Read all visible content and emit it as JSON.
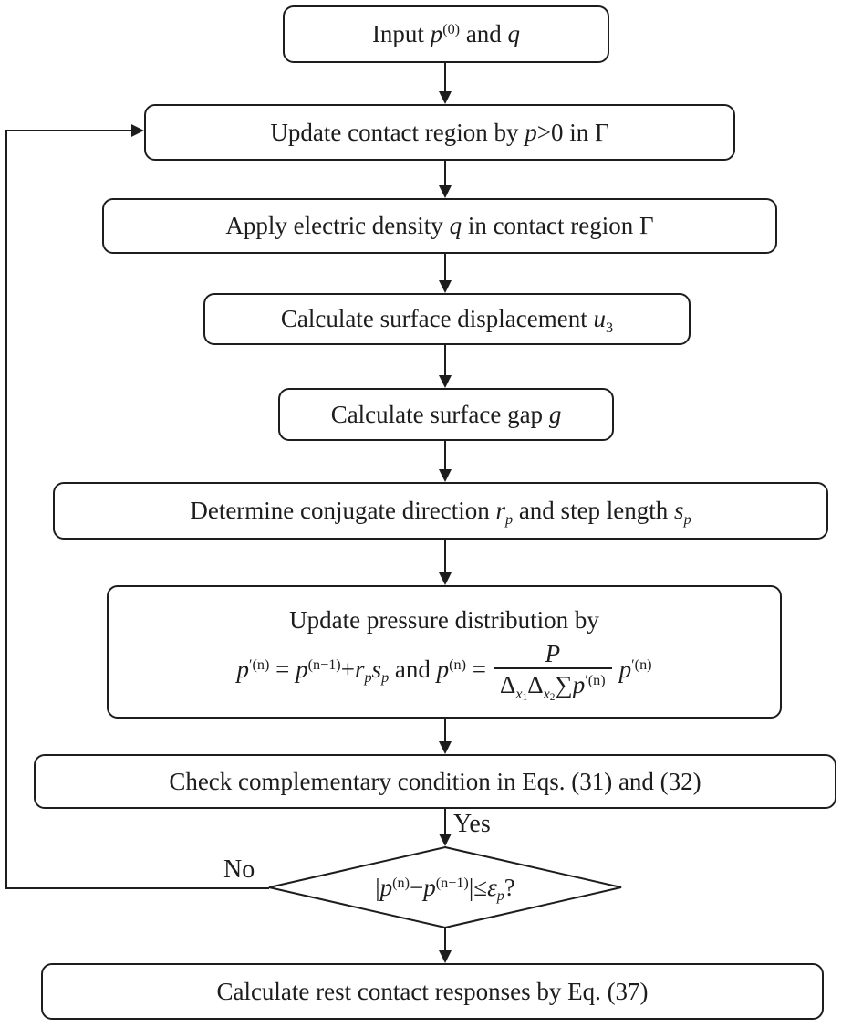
{
  "figure": {
    "type": "flowchart",
    "background": "#ffffff",
    "ink": "#1d1d1d"
  },
  "nodes": {
    "input": [
      {
        "t": "Input "
      },
      {
        "t": "p",
        "c": "i"
      },
      {
        "t": "(0)",
        "c": "sup"
      },
      {
        "t": " and "
      },
      {
        "t": "q",
        "c": "i"
      }
    ],
    "update_region": [
      {
        "t": "Update contact region by "
      },
      {
        "t": "p",
        "c": "i"
      },
      {
        "t": ">0 in Γ"
      }
    ],
    "apply_density": [
      {
        "t": "Apply electric density "
      },
      {
        "t": "q",
        "c": "i"
      },
      {
        "t": " in contact region Γ"
      }
    ],
    "surface_displacement": [
      {
        "t": "Calculate surface displacement "
      },
      {
        "t": "u",
        "c": "i"
      },
      {
        "t": "3",
        "c": "sub"
      }
    ],
    "surface_gap": [
      {
        "t": "Calculate surface gap "
      },
      {
        "t": "g",
        "c": "i"
      }
    ],
    "conjugate_direction": [
      {
        "t": "Determine conjugate direction "
      },
      {
        "t": "r",
        "c": "i"
      },
      {
        "t": "p",
        "c": "sub i"
      },
      {
        "t": " and step length "
      },
      {
        "t": "s",
        "c": "i"
      },
      {
        "t": "p",
        "c": "sub i"
      }
    ],
    "update_pressure_title": [
      {
        "t": "Update pressure distribution by"
      }
    ],
    "update_pressure_eq_left": [
      {
        "t": "p",
        "c": "i"
      },
      {
        "t": "′(n)",
        "c": "sup"
      },
      {
        "t": " = "
      },
      {
        "t": "p",
        "c": "i"
      },
      {
        "t": "(n−1)",
        "c": "sup"
      },
      {
        "t": "+"
      },
      {
        "t": "r",
        "c": "i"
      },
      {
        "t": "p",
        "c": "sub i"
      },
      {
        "t": "s",
        "c": "i"
      },
      {
        "t": "p",
        "c": "sub i"
      },
      {
        "t": " and "
      },
      {
        "t": "p",
        "c": "i"
      },
      {
        "t": "(n)",
        "c": "sup"
      },
      {
        "t": " = "
      }
    ],
    "update_pressure_frac_num": [
      {
        "t": "P",
        "c": "i"
      }
    ],
    "update_pressure_frac_den": [
      {
        "t": "Δ"
      },
      {
        "t": "x",
        "c": "sub i"
      },
      {
        "t": "1",
        "c": "subsub"
      },
      {
        "t": "Δ"
      },
      {
        "t": "x",
        "c": "sub i"
      },
      {
        "t": "2",
        "c": "subsub"
      },
      {
        "t": "∑"
      },
      {
        "t": "p",
        "c": "i"
      },
      {
        "t": "′(n)",
        "c": "sup"
      }
    ],
    "update_pressure_eq_right": [
      {
        "t": "p",
        "c": "i"
      },
      {
        "t": "′(n)",
        "c": "sup"
      }
    ],
    "check_condition": [
      {
        "t": "Check complementary condition in Eqs. (31) and (32)"
      }
    ],
    "convergence_test": [
      {
        "t": "|"
      },
      {
        "t": "p",
        "c": "i"
      },
      {
        "t": "(n)",
        "c": "sup"
      },
      {
        "t": "−"
      },
      {
        "t": "p",
        "c": "i"
      },
      {
        "t": "(n−1)",
        "c": "sup"
      },
      {
        "t": "|"
      },
      {
        "t": "≤"
      },
      {
        "t": "ε",
        "c": "i"
      },
      {
        "t": "p",
        "c": "sub i"
      },
      {
        "t": "?"
      }
    ],
    "rest_responses": [
      {
        "t": "Calculate rest contact responses by Eq. (37)"
      }
    ]
  },
  "edge_labels": {
    "yes": "Yes",
    "no": "No"
  }
}
